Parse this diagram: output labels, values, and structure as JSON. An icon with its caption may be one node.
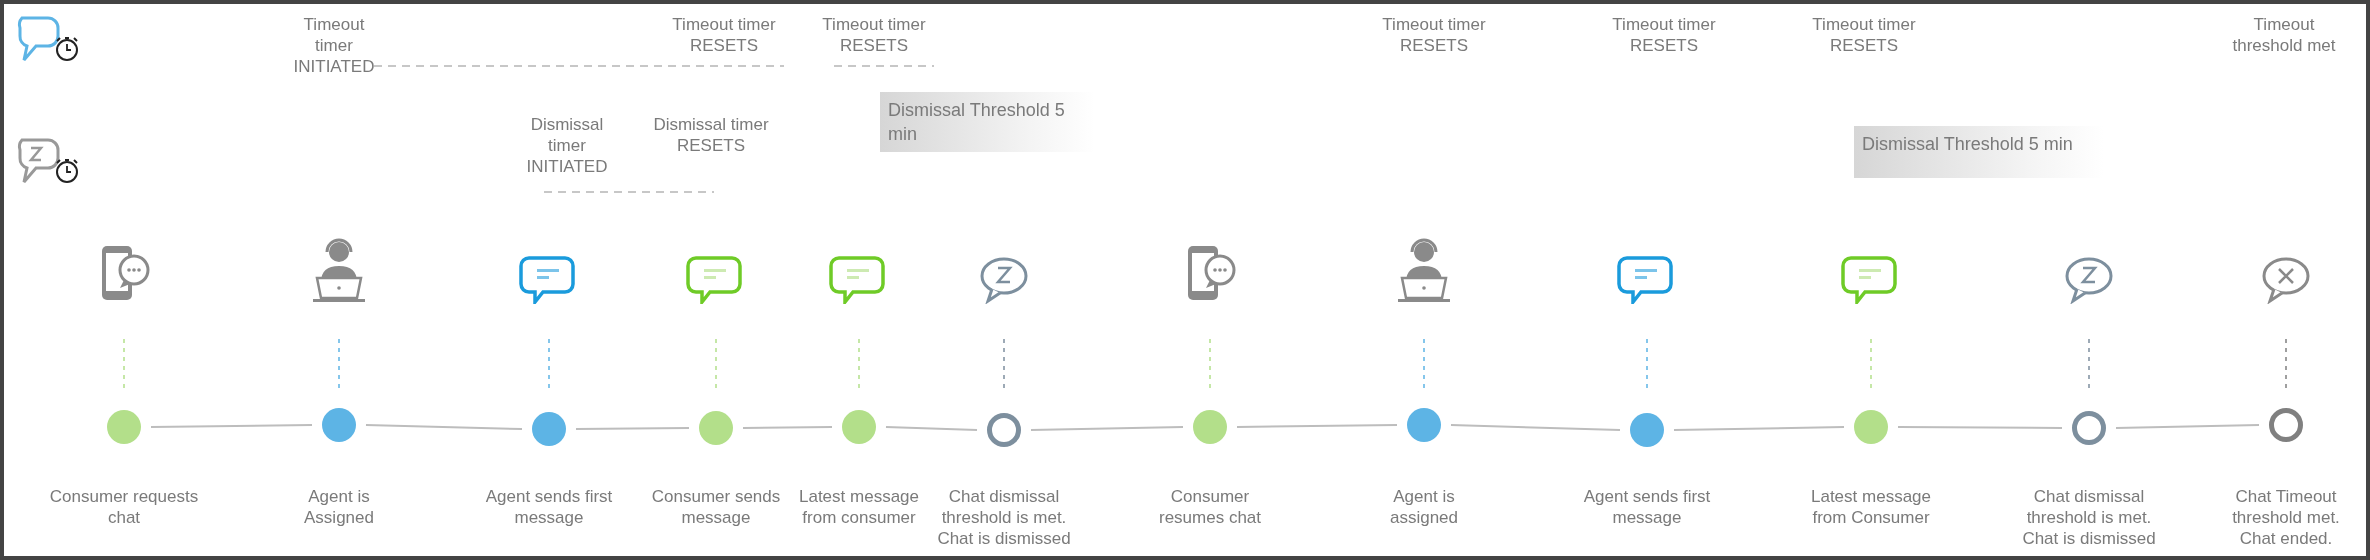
{
  "diagram": {
    "nodes": [
      {
        "text": [],
        "shape": "circle",
        "beside": [
          "Consumer requests chat"
        ]
      },
      {
        "text": [],
        "shape": "circle",
        "beside": [
          "Agent is Assigned"
        ]
      },
      {
        "text": [],
        "shape": "circle",
        "beside": [
          "Agent sends first message"
        ]
      },
      {
        "text": [],
        "shape": "circle",
        "beside": [
          "Consumer sends message"
        ]
      },
      {
        "text": [],
        "shape": "circle",
        "beside": [
          "Latest message from consumer"
        ]
      },
      {
        "text": [],
        "shape": "circle",
        "beside": [
          "Chat dismissal threshold is met. Chat is dismissed"
        ]
      },
      {
        "text": [],
        "shape": "circle",
        "beside": [
          "Consumer resumes chat"
        ]
      },
      {
        "text": [],
        "shape": "circle",
        "beside": [
          "Agent is assigned"
        ]
      },
      {
        "text": [],
        "shape": "circle",
        "beside": [
          "Agent sends first message"
        ]
      },
      {
        "text": [],
        "shape": "circle",
        "beside": [
          "Latest message from  Consumer"
        ]
      },
      {
        "text": [],
        "shape": "circle",
        "beside": [
          "Chat dismissal threshold is met. Chat is dismissed"
        ]
      },
      {
        "text": [],
        "shape": "circle",
        "beside": [
          "Chat Timeout threshold met. Chat ended."
        ]
      },
      {
        "text": [
          "Dismissal Threshold 5 min"
        ]
      },
      {
        "text": [
          "Dismissal Threshold 5 min"
        ]
      }
    ],
    "edges": [
      {
        "from": 0,
        "to": 1,
        "arrow": "none"
      },
      {
        "from": 1,
        "to": 2,
        "arrow": "none"
      },
      {
        "from": 2,
        "to": 3,
        "arrow": "none"
      },
      {
        "from": 3,
        "to": 4,
        "arrow": "none"
      },
      {
        "from": 4,
        "to": 5,
        "arrow": "none"
      },
      {
        "from": 5,
        "to": 6,
        "arrow": "none"
      },
      {
        "from": 6,
        "to": 7,
        "arrow": "none"
      },
      {
        "from": 7,
        "to": 8,
        "arrow": "none"
      },
      {
        "from": 8,
        "to": 9,
        "arrow": "none"
      },
      {
        "from": 9,
        "to": 10,
        "arrow": "none"
      },
      {
        "from": 10,
        "to": 11,
        "arrow": "none"
      }
    ],
    "labels": [
      "Timeout timer INITIATED",
      "Timeout timer RESETS",
      "Timeout timer RESETS",
      "Timeout timer RESETS",
      "Timeout timer RESETS",
      "Timeout timer RESETS",
      "Timeout threshold met",
      "Dismissal timer INITIATED",
      "Dismissal timer RESETS"
    ]
  }
}
